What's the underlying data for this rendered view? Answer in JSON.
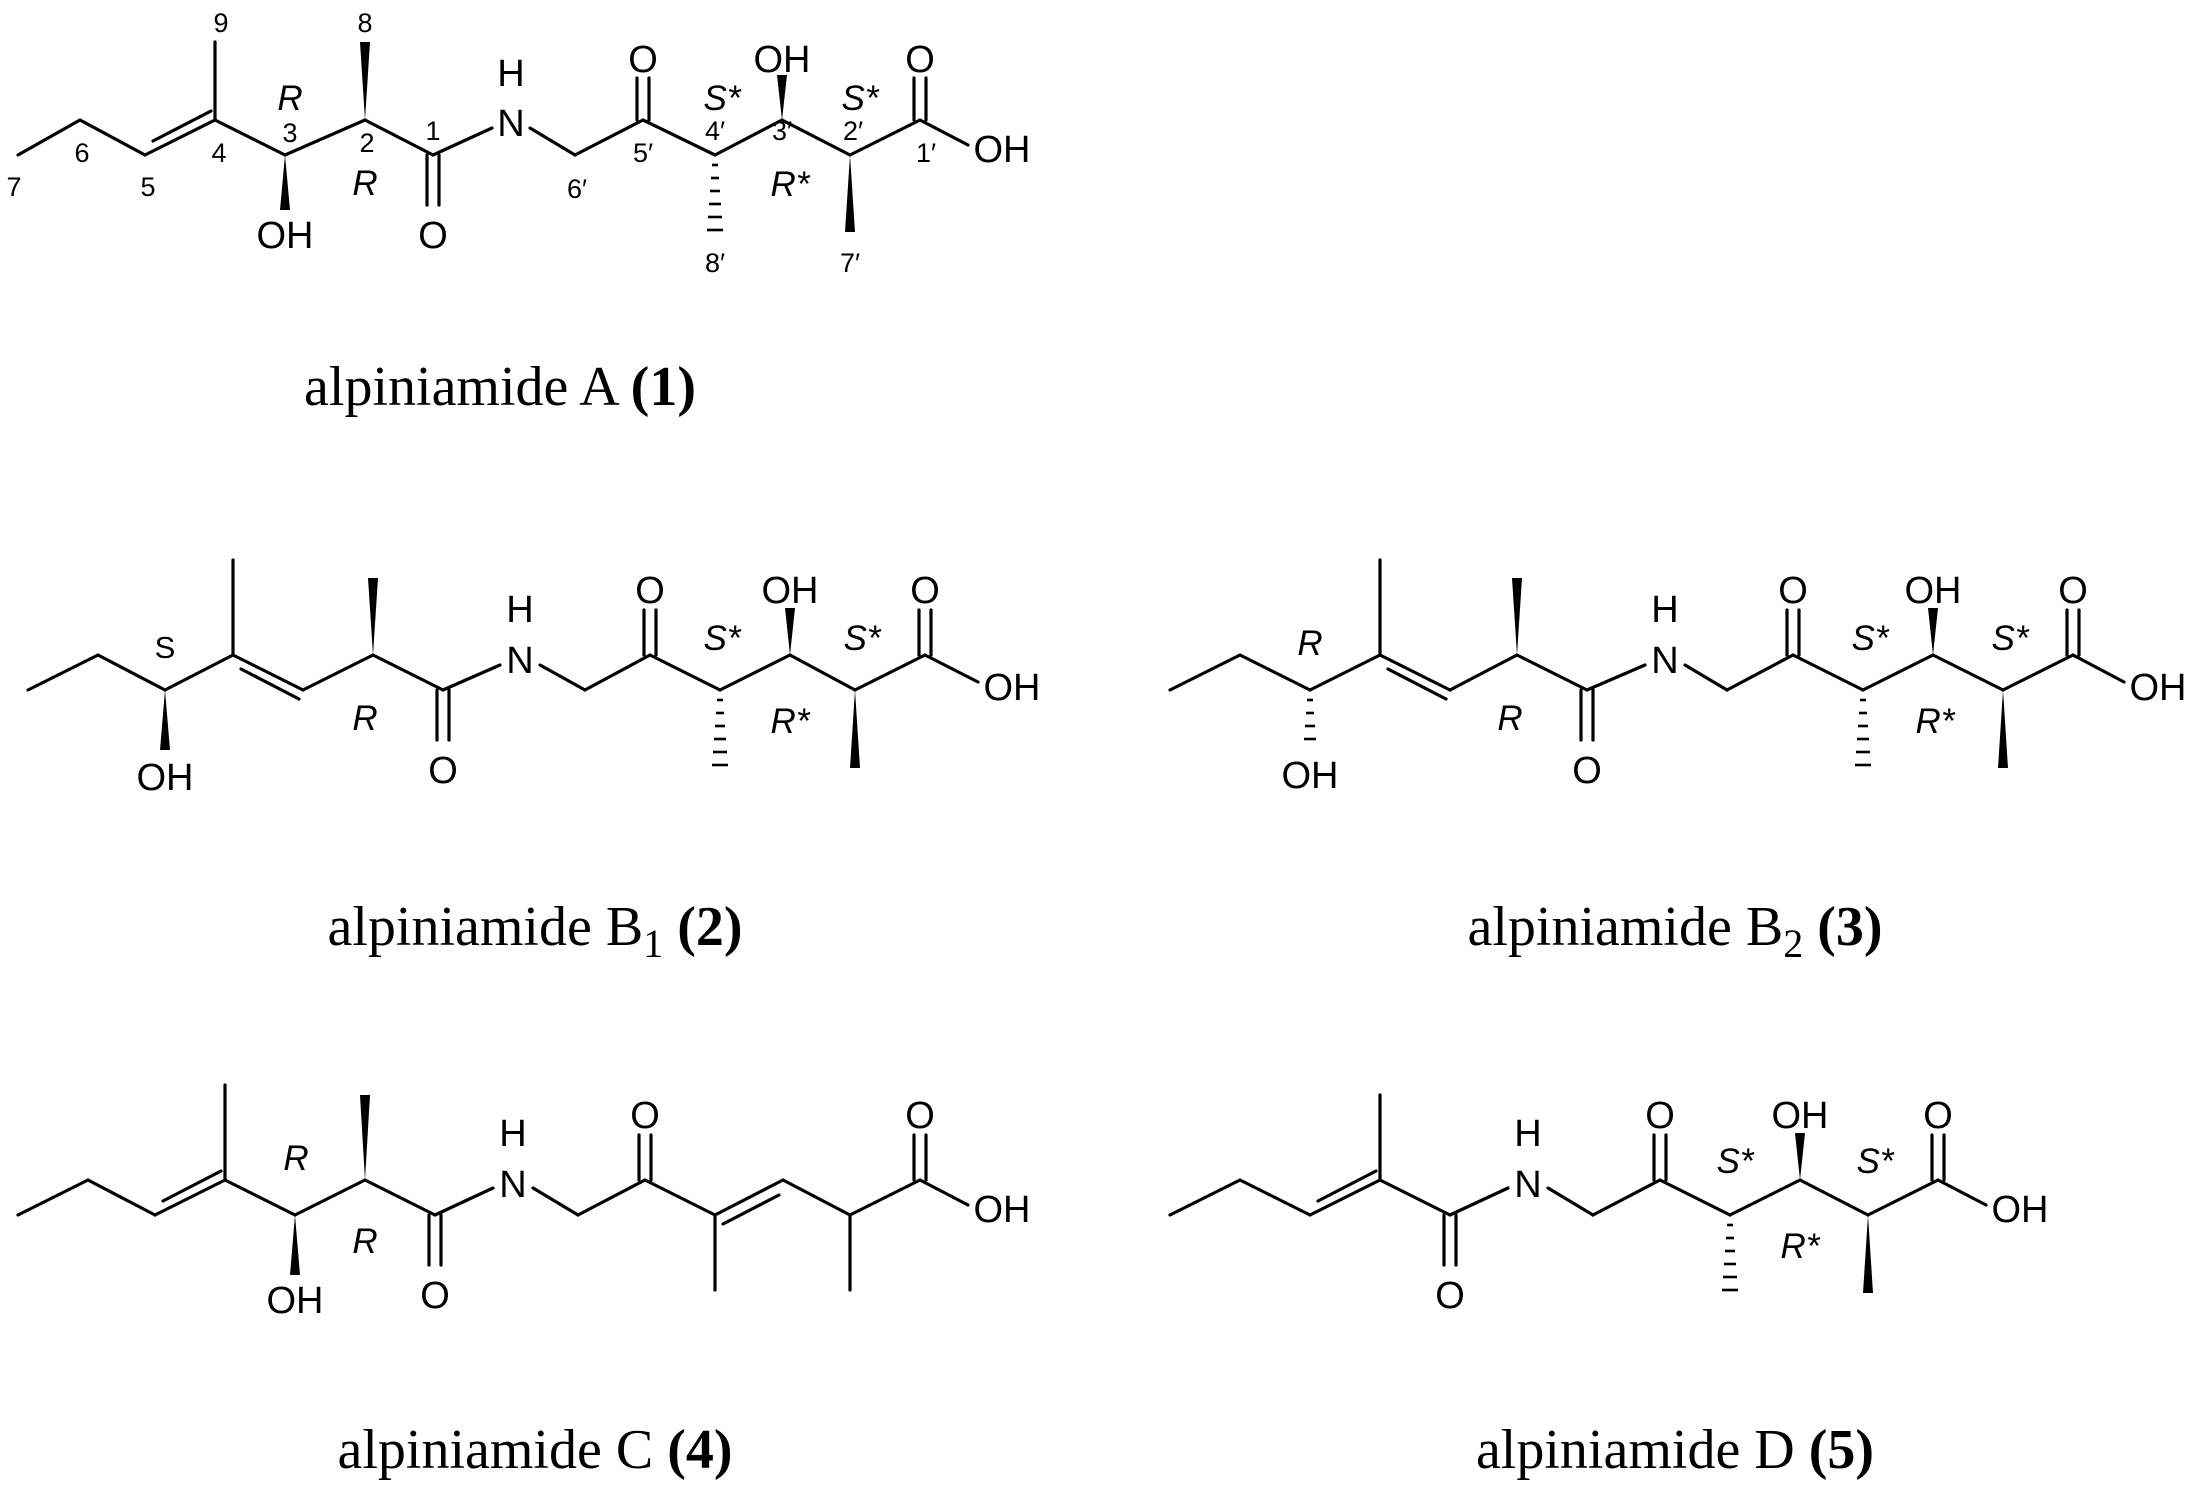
{
  "compounds": [
    {
      "id": "1",
      "caption": {
        "name": "alpiniamide A",
        "sub": "",
        "num": "1"
      },
      "atoms": {
        "oh_left": "OH",
        "nh_n": "N",
        "nh_h": "H",
        "o_amide": "O",
        "o_ketone": "O",
        "oh_mid": "OH",
        "o_acid": "O",
        "oh_acid": "OH"
      },
      "numbers": [
        "9",
        "8",
        "7",
        "6",
        "5",
        "4",
        "3",
        "2",
        "1",
        "6′",
        "5′",
        "4′",
        "3′",
        "2′",
        "1′",
        "8′",
        "7′"
      ],
      "stereo": [
        "R",
        "R",
        "S*",
        "R*",
        "S*"
      ]
    },
    {
      "id": "2",
      "caption": {
        "name": "alpiniamide B",
        "sub": "1",
        "num": "2"
      },
      "atoms": {
        "oh_left": "OH",
        "nh_n": "N",
        "nh_h": "H",
        "o_amide": "O",
        "o_ketone": "O",
        "oh_mid": "OH",
        "o_acid": "O",
        "oh_acid": "OH"
      },
      "stereo": [
        "S",
        "R",
        "S*",
        "R*",
        "S*"
      ]
    },
    {
      "id": "3",
      "caption": {
        "name": "alpiniamide B",
        "sub": "2",
        "num": "3"
      },
      "atoms": {
        "oh_left": "OH",
        "nh_n": "N",
        "nh_h": "H",
        "o_amide": "O",
        "o_ketone": "O",
        "oh_mid": "OH",
        "o_acid": "O",
        "oh_acid": "OH"
      },
      "stereo": [
        "R",
        "R",
        "S*",
        "R*",
        "S*"
      ]
    },
    {
      "id": "4",
      "caption": {
        "name": "alpiniamide C",
        "sub": "",
        "num": "4"
      },
      "atoms": {
        "oh_left": "OH",
        "nh_n": "N",
        "nh_h": "H",
        "o_amide": "O",
        "o_ketone": "O",
        "o_acid": "O",
        "oh_acid": "OH"
      },
      "stereo": [
        "R",
        "R"
      ]
    },
    {
      "id": "5",
      "caption": {
        "name": "alpiniamide D",
        "sub": "",
        "num": "5"
      },
      "atoms": {
        "nh_n": "N",
        "nh_h": "H",
        "o_amide": "O",
        "o_ketone": "O",
        "oh_mid": "OH",
        "o_acid": "O",
        "oh_acid": "OH"
      },
      "stereo": [
        "S*",
        "R*",
        "S*"
      ]
    }
  ]
}
